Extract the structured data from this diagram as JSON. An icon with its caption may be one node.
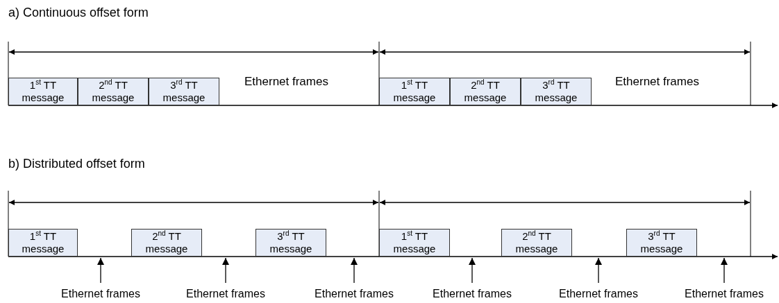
{
  "diagram": {
    "nodes": [
      {
        "text": [
          "1$^{st}$ TT message"
        ]
      },
      {
        "text": [
          "2$^{nd}$ TT message"
        ]
      },
      {
        "text": [
          "3$^{rd}$ TT message"
        ]
      },
      {
        "text": [
          "1$^{st}$ TT message"
        ]
      },
      {
        "text": [
          "2$^{nd}$ TT message"
        ]
      },
      {
        "text": [
          "3$^{rd}$ TT message"
        ]
      },
      {
        "text": [
          "1$^{st}$ TT message"
        ]
      },
      {
        "text": [
          "2$^{nd}$ TT message"
        ]
      },
      {
        "text": [
          "3$^{rd}$ TT message"
        ]
      },
      {
        "text": [
          "1$^{st}$ TT message"
        ]
      },
      {
        "text": [
          "2$^{nd}$ TT message"
        ]
      },
      {
        "text": [
          "3$^{rd}$ TT message"
        ]
      },
      {
        "text": [
          "Ethernet frames"
        ]
      },
      {
        "text": [
          "Ethernet frames"
        ]
      },
      {
        "text": [
          "Ethernet frames"
        ]
      },
      {
        "text": [
          "Ethernet frames"
        ]
      },
      {
        "text": [
          "Ethernet frames"
        ]
      },
      {
        "text": [
          "Ethernet frames"
        ]
      }
    ],
    "edges": [
      {
        "from": 12,
        "to": null,
        "arrow": "to"
      },
      {
        "from": 13,
        "to": null,
        "arrow": "to"
      },
      {
        "from": 14,
        "to": null,
        "arrow": "to"
      },
      {
        "from": 15,
        "to": null,
        "arrow": "to"
      },
      {
        "from": 16,
        "to": null,
        "arrow": "to"
      },
      {
        "from": 17,
        "to": null,
        "arrow": "to"
      }
    ],
    "labels": [
      "a) Continuous offset form",
      "Ethernet frames",
      "Ethernet frames",
      "b) Distributed offset form"
    ]
  }
}
